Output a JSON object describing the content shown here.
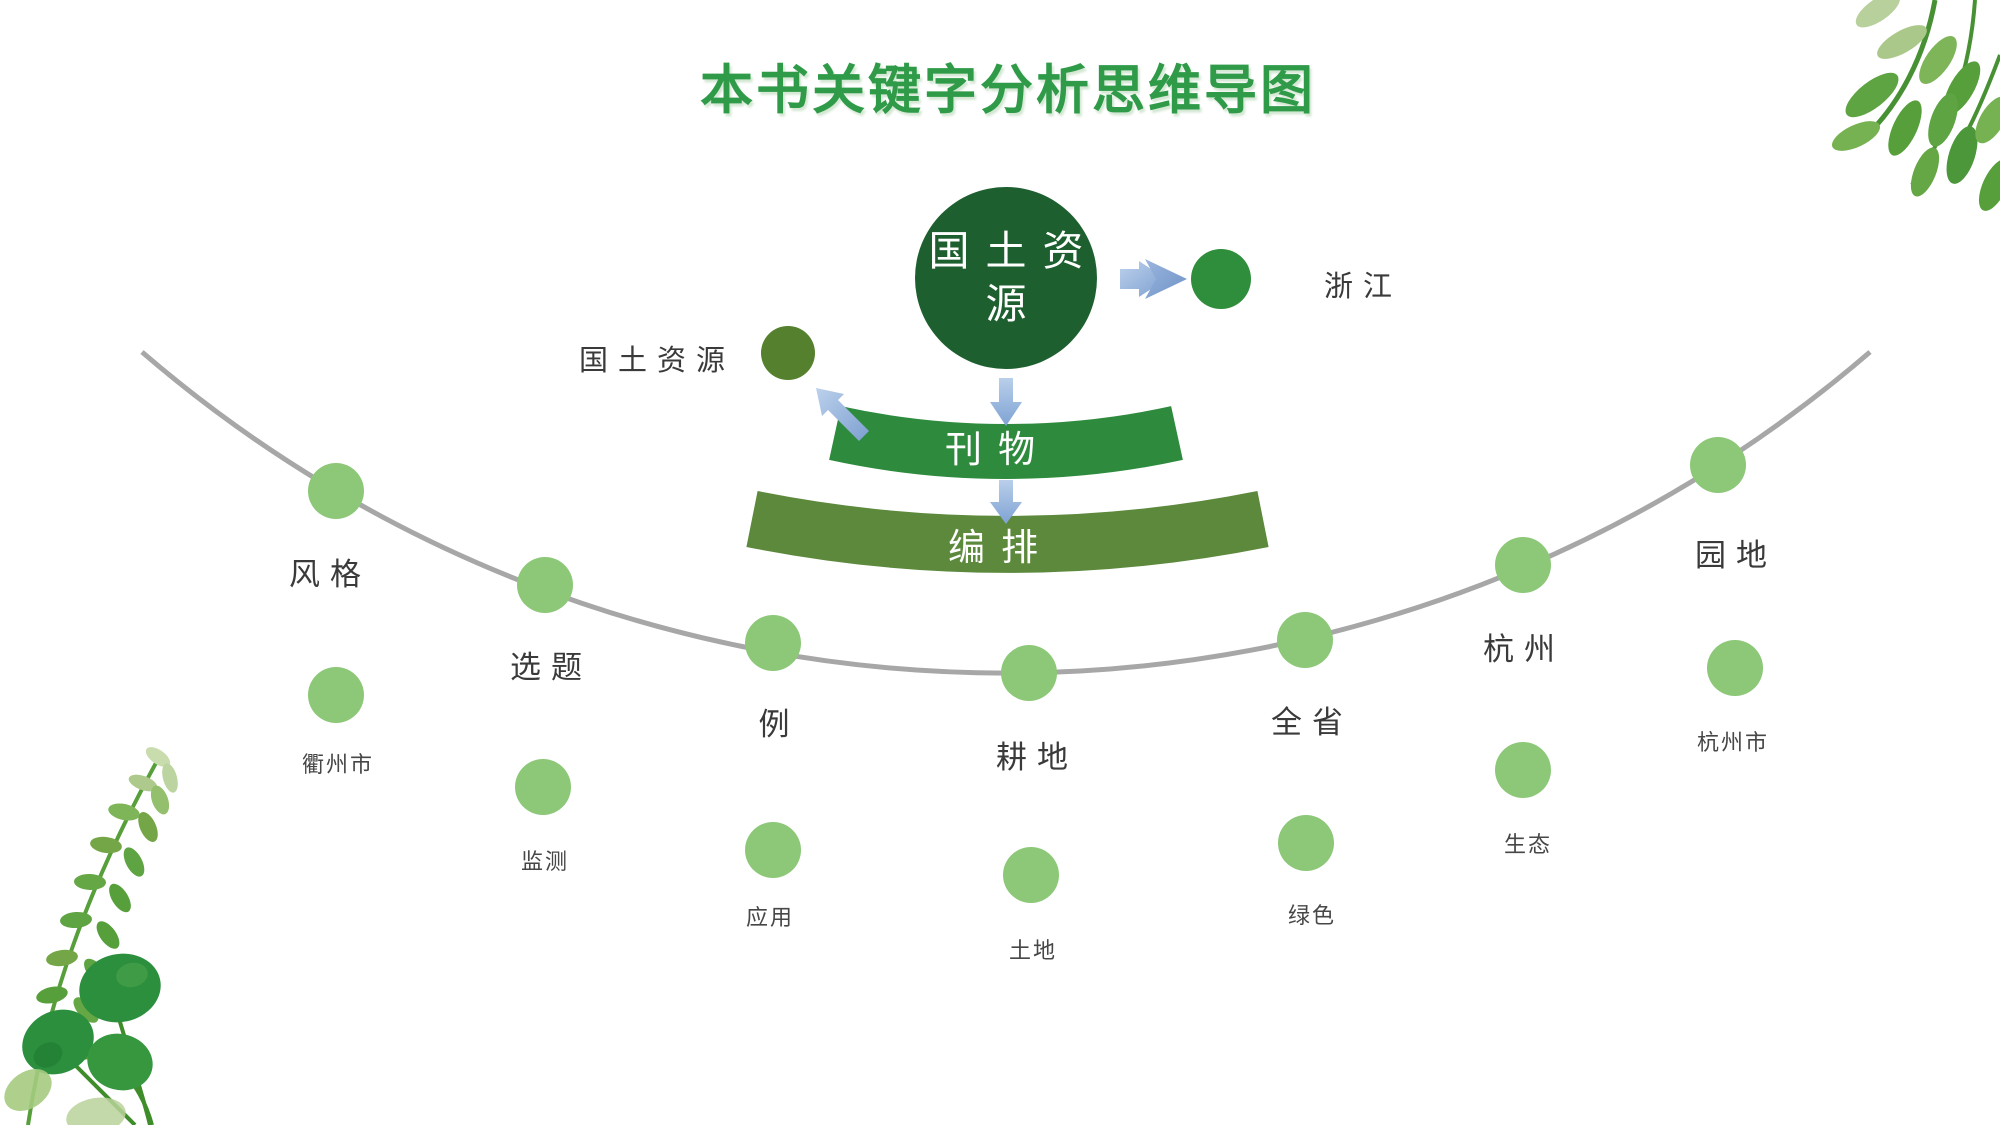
{
  "title": "本书关键字分析思维导图",
  "center_node": {
    "label": "国土资源",
    "lines": [
      "国土资",
      "源"
    ]
  },
  "bands": [
    {
      "label": "刊物"
    },
    {
      "label": "编排"
    }
  ],
  "satellites": [
    {
      "label": "浙江"
    },
    {
      "label": "国土资源"
    }
  ],
  "arc_nodes": [
    {
      "label": "风格"
    },
    {
      "label": "选题"
    },
    {
      "label": "例"
    },
    {
      "label": "耕地"
    },
    {
      "label": "全省"
    },
    {
      "label": "杭州"
    },
    {
      "label": "园地"
    }
  ],
  "sub_nodes": [
    {
      "label": "衢州市"
    },
    {
      "label": "监测"
    },
    {
      "label": "应用"
    },
    {
      "label": "土地"
    },
    {
      "label": "绿色"
    },
    {
      "label": "生态"
    },
    {
      "label": "杭州市"
    }
  ],
  "colors": {
    "title_green": "#2f9a48",
    "center_dark_green": "#1e5f2f",
    "band1_green": "#2e8b3e",
    "band2_olive": "#5c893c",
    "satellite_green": "#2e8e3c",
    "satellite_olive": "#55802d",
    "light_node_green": "#8cc878",
    "arc_gray": "#a7a7a7",
    "arrow_blue": "#8fb0dc"
  }
}
